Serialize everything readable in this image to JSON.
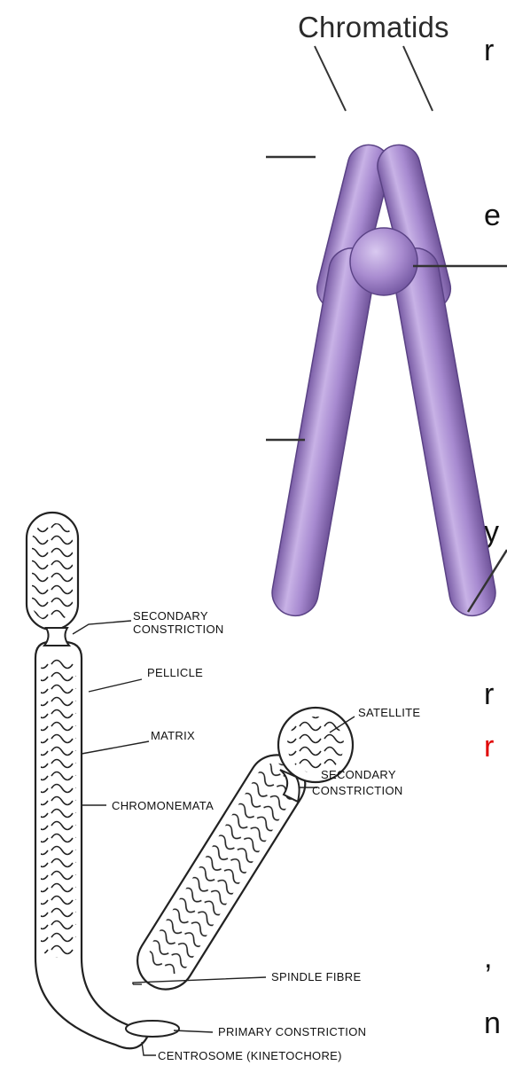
{
  "left_text_fragments": [
    {
      "text": "r"
    },
    {
      "text": "e"
    },
    {
      "text": "y"
    },
    {
      "text": "r"
    },
    {
      "text": "r",
      "color": "#e00000"
    },
    {
      "text": ","
    },
    {
      "text": "n"
    }
  ],
  "top_figure": {
    "title": "Chromatids",
    "chromatid_color": "#a98cd0",
    "centromere_color": "#9b7ecb"
  },
  "bottom_figure": {
    "labels": {
      "secondary_constriction_1": [
        "SECONDARY",
        "CONSTRICTION"
      ],
      "pellicle": "PELLICLE",
      "matrix": "MATRIX",
      "chromonemata": "CHROMONEMATA",
      "satellite": "SATELLITE",
      "secondary_constriction_2": [
        "SECONDARY",
        "CONSTRICTION"
      ],
      "spindle_fibre": "SPINDLE FIBRE",
      "primary_constriction": "PRIMARY CONSTRICTION",
      "centrosome": "CENTROSOME  (KINETOCHORE)"
    }
  }
}
